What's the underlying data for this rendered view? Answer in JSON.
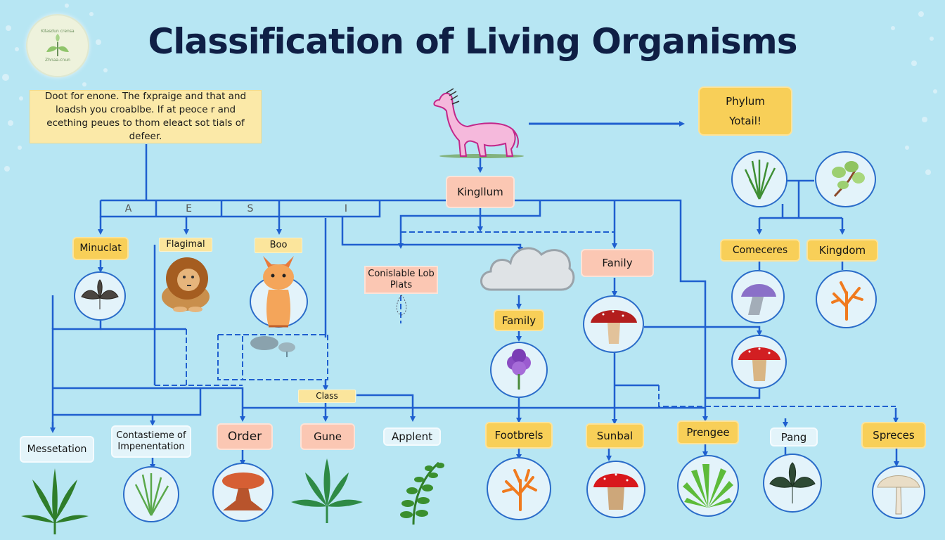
{
  "title": "Classification of Living Organisms",
  "logo": {
    "top_text": "Kilasdun crensa",
    "bottom_text": "Zhnaa-cnun"
  },
  "note": {
    "text": "Doot for enone. The fxpraige and that and loadsh you croablbe. If at peoce r and ecething peues to thom eleact sot tials of defeer."
  },
  "column_header": {
    "cells": [
      "A",
      "E",
      "S",
      "I"
    ]
  },
  "top_animal": {
    "icon": "pink-camel-creature-icon"
  },
  "phylum_box": {
    "line1": "Phylum",
    "line2": "Yotail!"
  },
  "nodes": {
    "kingllum": "Kingllum",
    "minuclat": "Minuclat",
    "flagimal": "Flagimal",
    "boo": "Boo",
    "conislable": "Conislable Lob Plats",
    "family_salmon": "Fanily",
    "family_yellow": "Family",
    "comeceres": "Comeceres",
    "kingdom": "Kingdom",
    "class": "Class"
  },
  "bottom_nodes": [
    {
      "label": "Messetation",
      "icon": "cannabis-leaf-icon"
    },
    {
      "label": "Contastieme of Impenentation",
      "icon": "grass-icon"
    },
    {
      "label": "Order",
      "icon": "tree-root-fungus-icon"
    },
    {
      "label": "Gune",
      "icon": "cannabis-leaf-icon"
    },
    {
      "label": "Applent",
      "icon": "fern-leaf-icon"
    },
    {
      "label": "Footbrels",
      "icon": "orange-coral-icon"
    },
    {
      "label": "Sunbal",
      "icon": "red-mushroom-icon"
    },
    {
      "label": "Prengee",
      "icon": "agave-plant-icon"
    },
    {
      "label": "Pang",
      "icon": "dark-leaf-icon"
    },
    {
      "label": "Spreces",
      "icon": "white-mushroom-icon"
    }
  ],
  "colors": {
    "background": "#b7e6f3",
    "connector": "#1f5fcf",
    "yellow_label": "#f8cf58",
    "salmon_label": "#fbc7b3",
    "title": "#0f1f45"
  }
}
